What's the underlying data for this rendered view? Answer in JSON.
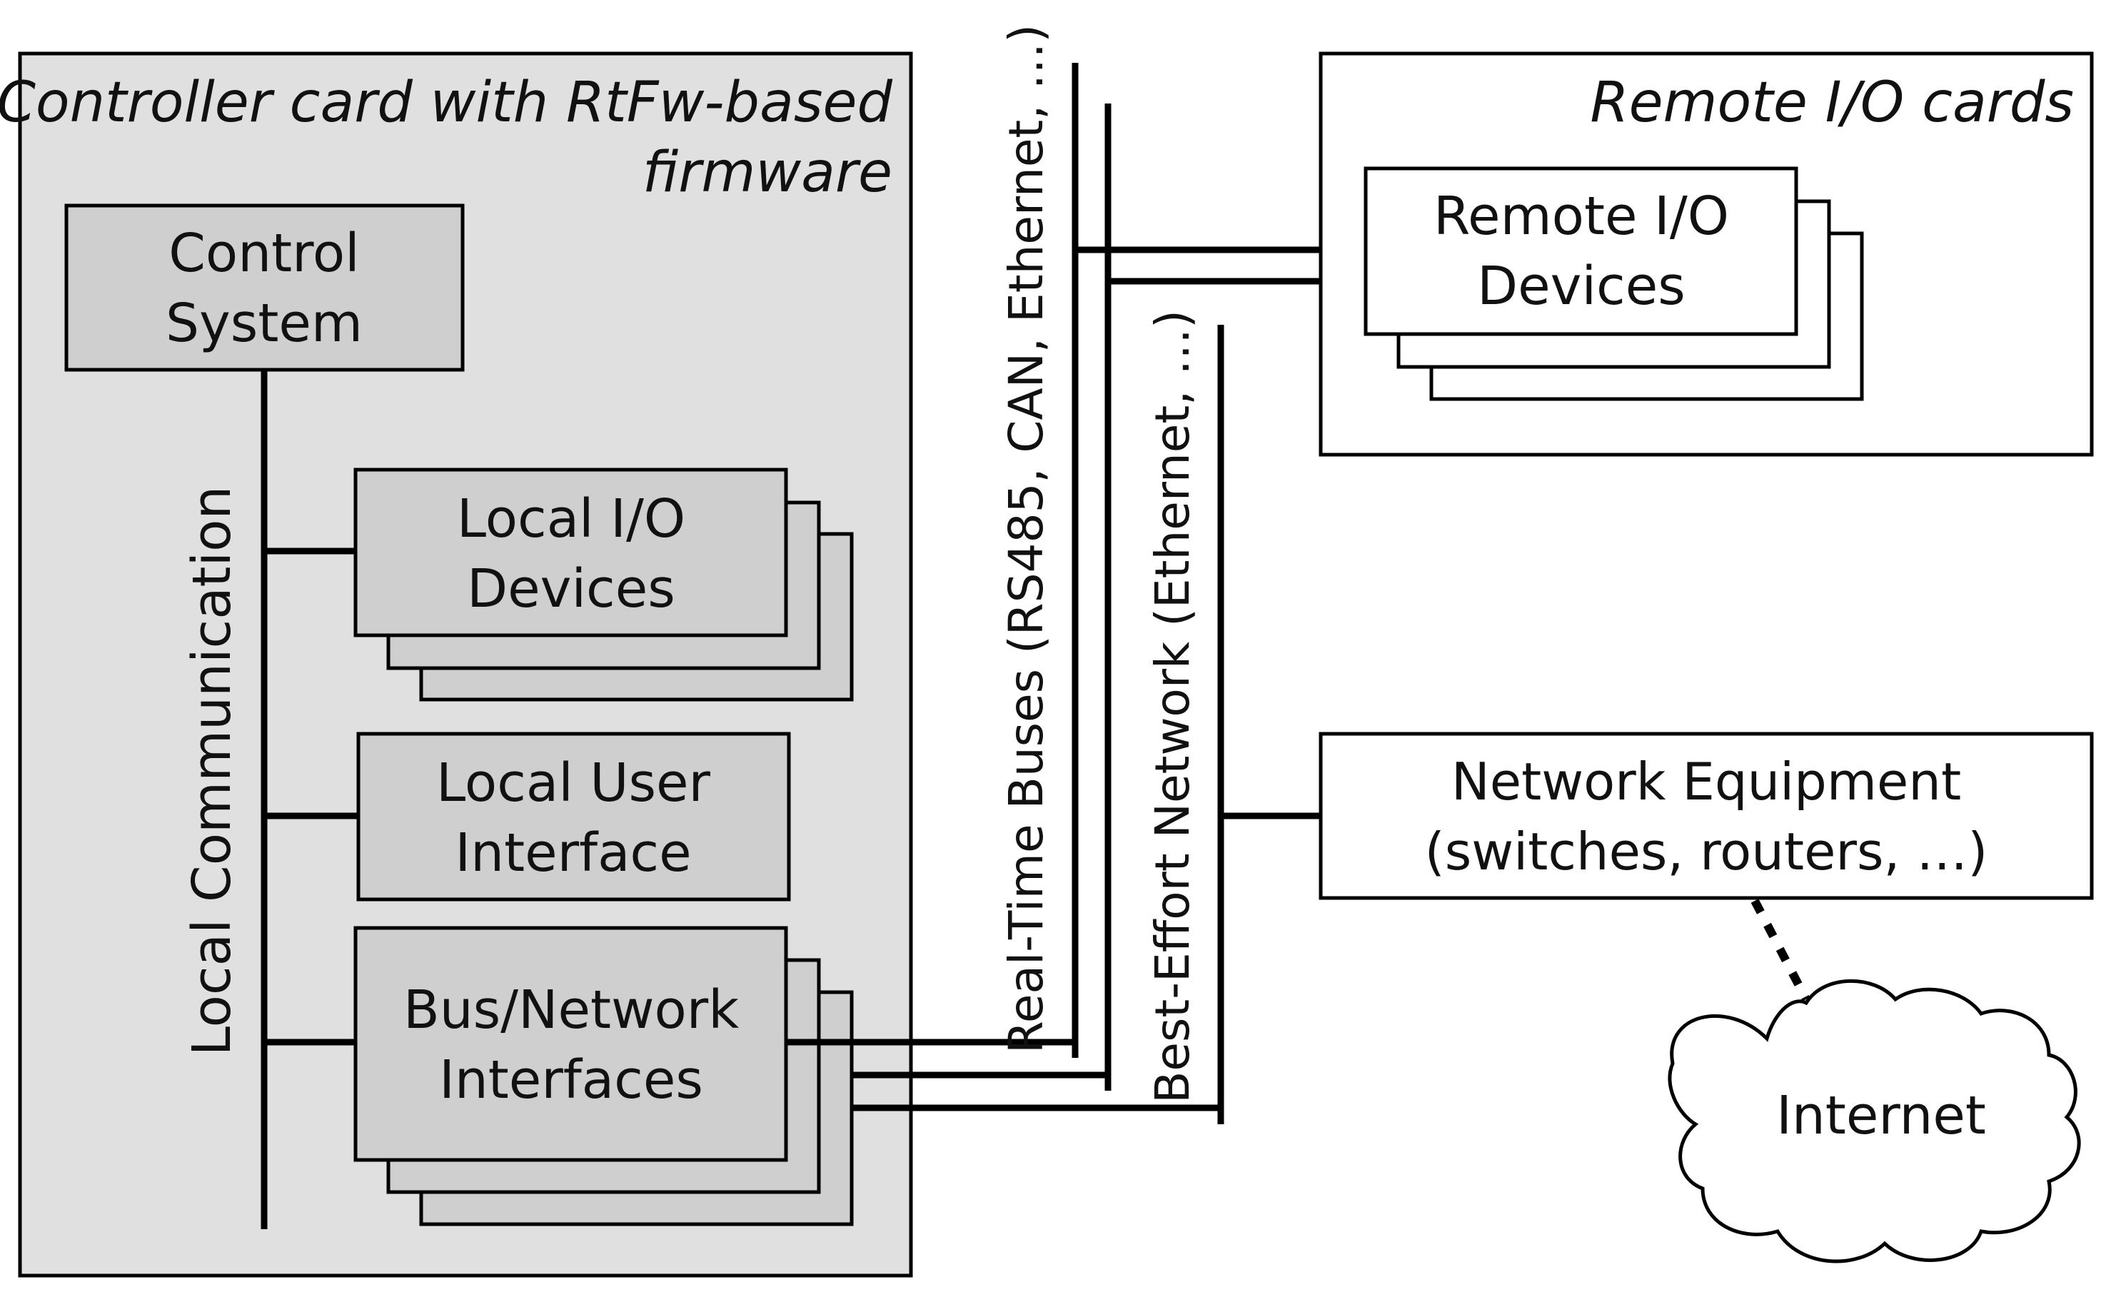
{
  "controller_card": {
    "title_line1": "Controller card with RtFw-based",
    "title_line2": "firmware",
    "control_system": {
      "line1": "Control",
      "line2": "System"
    },
    "local_io": {
      "line1": "Local I/O",
      "line2": "Devices"
    },
    "local_ui": {
      "line1": "Local User",
      "line2": "Interface"
    },
    "bus_interfaces": {
      "line1": "Bus/Network",
      "line2": "Interfaces"
    },
    "local_comm_label": "Local Communication"
  },
  "buses": {
    "realtime_label": "Real-Time Buses (RS485, CAN, Ethernet, …)",
    "besteffort_label": "Best-Effort Network (Ethernet, …)"
  },
  "remote_io": {
    "title": "Remote I/O cards",
    "devices": {
      "line1": "Remote I/O",
      "line2": "Devices"
    }
  },
  "network_equipment": {
    "line1": "Network Equipment",
    "line2": "(switches, routers, …)"
  },
  "internet": {
    "label": "Internet"
  },
  "colors": {
    "card_fill": "#e0e0e0",
    "block_fill": "#cfcfcf",
    "white": "#ffffff",
    "stroke": "#000000"
  }
}
